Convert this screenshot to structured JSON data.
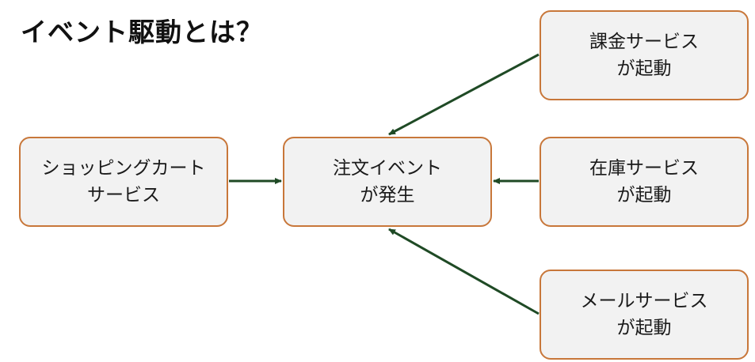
{
  "title": "イベント駆動とは？",
  "colors": {
    "node_fill": "#f2f2f2",
    "node_border": "#c8773a",
    "arrow": "#1f4a25",
    "text": "#1a1a1a"
  },
  "nodes": {
    "cart": {
      "line1": "ショッピングカート",
      "line2": "サービス"
    },
    "order": {
      "line1": "注文イベント",
      "line2": "が発生"
    },
    "billing": {
      "line1": "課金サービス",
      "line2": "が起動"
    },
    "inventory": {
      "line1": "在庫サービス",
      "line2": "が起動"
    },
    "mail": {
      "line1": "メールサービス",
      "line2": "が起動"
    }
  },
  "edges": [
    {
      "from": "cart",
      "to": "order"
    },
    {
      "from": "billing",
      "to": "order"
    },
    {
      "from": "inventory",
      "to": "order"
    },
    {
      "from": "mail",
      "to": "order"
    }
  ]
}
